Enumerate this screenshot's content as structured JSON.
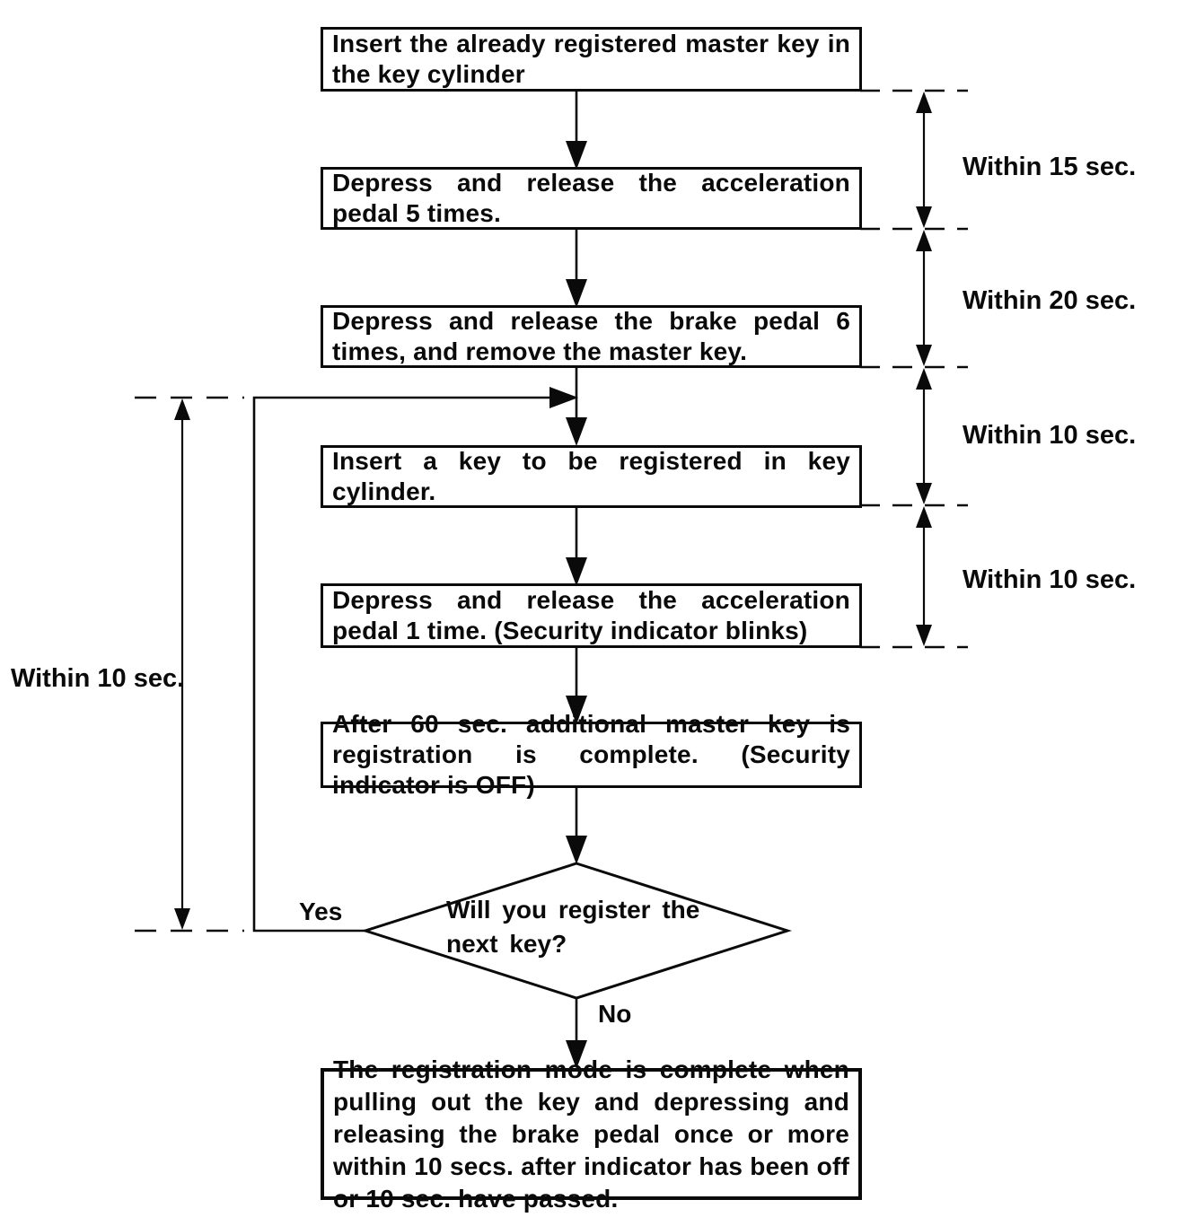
{
  "colors": {
    "ink": "#0a0a0a",
    "paper": "#ffffff"
  },
  "flowchart": {
    "steps": [
      {
        "text": "Insert the already registered master key in the key cylinder"
      },
      {
        "text": "Depress and release the acceleration pedal 5 times."
      },
      {
        "text": "Depress and release the brake pedal 6 times, and remove the master key."
      },
      {
        "text": "Insert a key to be registered in key cylinder."
      },
      {
        "text": "Depress and release the acceleration pedal 1 time. (Security indicator blinks)"
      },
      {
        "text": "After 60 sec. additional master key is registration is complete. (Security indicator is OFF)"
      }
    ],
    "decision": {
      "question": "Will you register the next key?",
      "yes_label": "Yes",
      "no_label": "No"
    },
    "final_step": {
      "text": "The registration mode is complete when pulling out the key and depressing and releasing the brake pedal once or more within 10 secs. after indicator has been off or 10 sec. have passed."
    },
    "timings_right": [
      {
        "label": "Within 15 sec."
      },
      {
        "label": "Within 20 sec."
      },
      {
        "label": "Within 10 sec."
      },
      {
        "label": "Within 10 sec."
      }
    ],
    "timing_left": {
      "label": "Within 10 sec."
    }
  }
}
